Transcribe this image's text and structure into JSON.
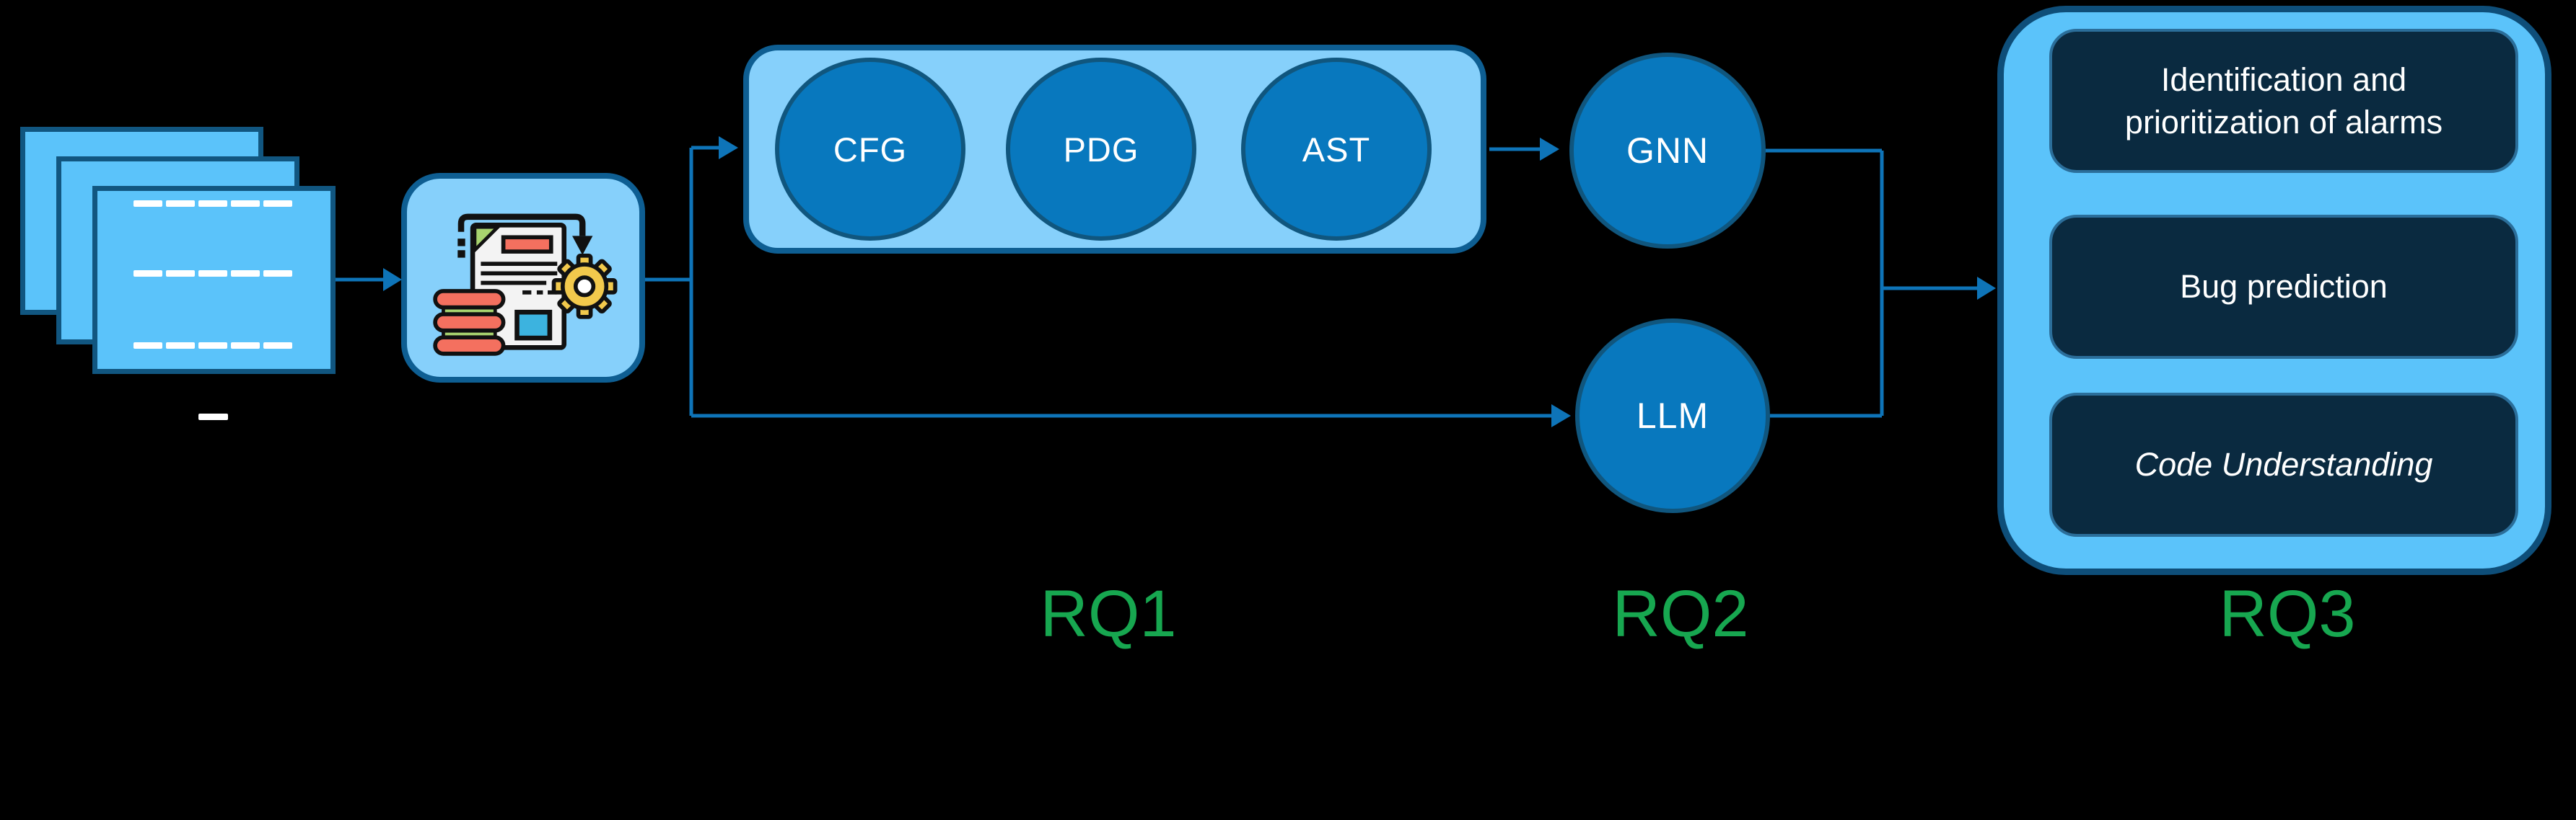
{
  "colors": {
    "background": "#000000",
    "document_fill": "#5BC3FA",
    "container_fill": "#86D0FB",
    "node_fill": "#0878BE",
    "outcome_fill": "#0A2A40",
    "connector": "#0E74B8",
    "rq_green": "#17A750",
    "text_white": "#FFFFFF"
  },
  "nodes": {
    "representations": [
      {
        "label": "CFG"
      },
      {
        "label": "PDG"
      },
      {
        "label": "AST"
      }
    ],
    "models": [
      {
        "label": "GNN"
      },
      {
        "label": "LLM"
      }
    ],
    "outcomes": [
      {
        "label": "Identification and prioritization of alarms"
      },
      {
        "label": "Bug prediction"
      },
      {
        "label": "Code Understanding"
      }
    ]
  },
  "research_questions": [
    {
      "label": "RQ1"
    },
    {
      "label": "RQ2"
    },
    {
      "label": "RQ3"
    }
  ]
}
